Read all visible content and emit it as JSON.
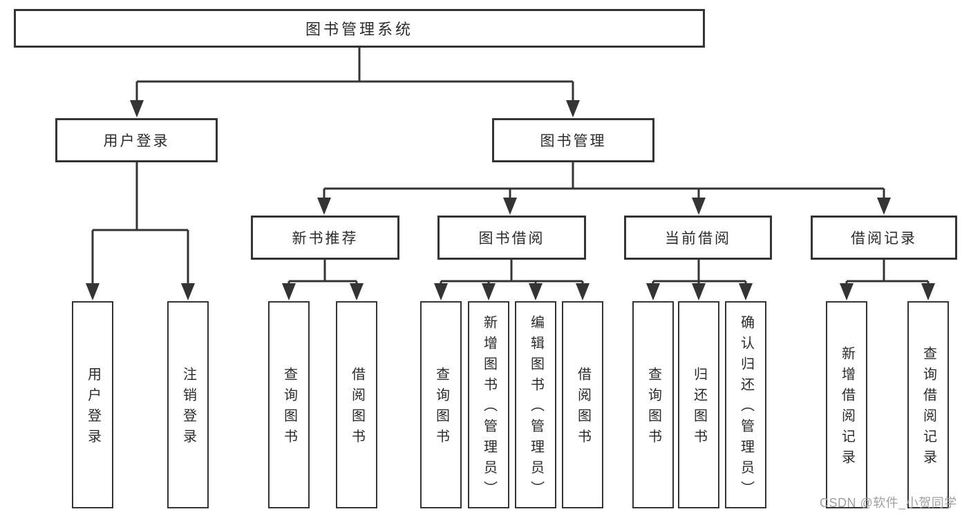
{
  "tree": {
    "root": {
      "label": "图书管理系统",
      "children": [
        {
          "label": "用户登录",
          "children": [
            {
              "label": "用户登录"
            },
            {
              "label": "注销登录"
            }
          ]
        },
        {
          "label": "图书管理",
          "children": [
            {
              "label": "新书推荐",
              "children": [
                {
                  "label": "查询图书"
                },
                {
                  "label": "借阅图书"
                }
              ]
            },
            {
              "label": "图书借阅",
              "children": [
                {
                  "label": "查询图书"
                },
                {
                  "label": "新增图书（管理员）"
                },
                {
                  "label": "编辑图书（管理员）"
                },
                {
                  "label": "借阅图书"
                }
              ]
            },
            {
              "label": "当前借阅",
              "children": [
                {
                  "label": "查询图书"
                },
                {
                  "label": "归还图书"
                },
                {
                  "label": "确认归还（管理员）"
                }
              ]
            },
            {
              "label": "借阅记录",
              "children": [
                {
                  "label": "新增借阅记录"
                },
                {
                  "label": "查询借阅记录"
                }
              ]
            }
          ]
        }
      ]
    }
  },
  "watermark": {
    "text": "CSDN @软件_小贺同学"
  },
  "colors": {
    "line": "#343434",
    "box_border": "#343434",
    "box_fill": "#ffffff",
    "text": "#2b2b2b",
    "watermark": "#a0a0a0",
    "background": "#ffffff"
  }
}
